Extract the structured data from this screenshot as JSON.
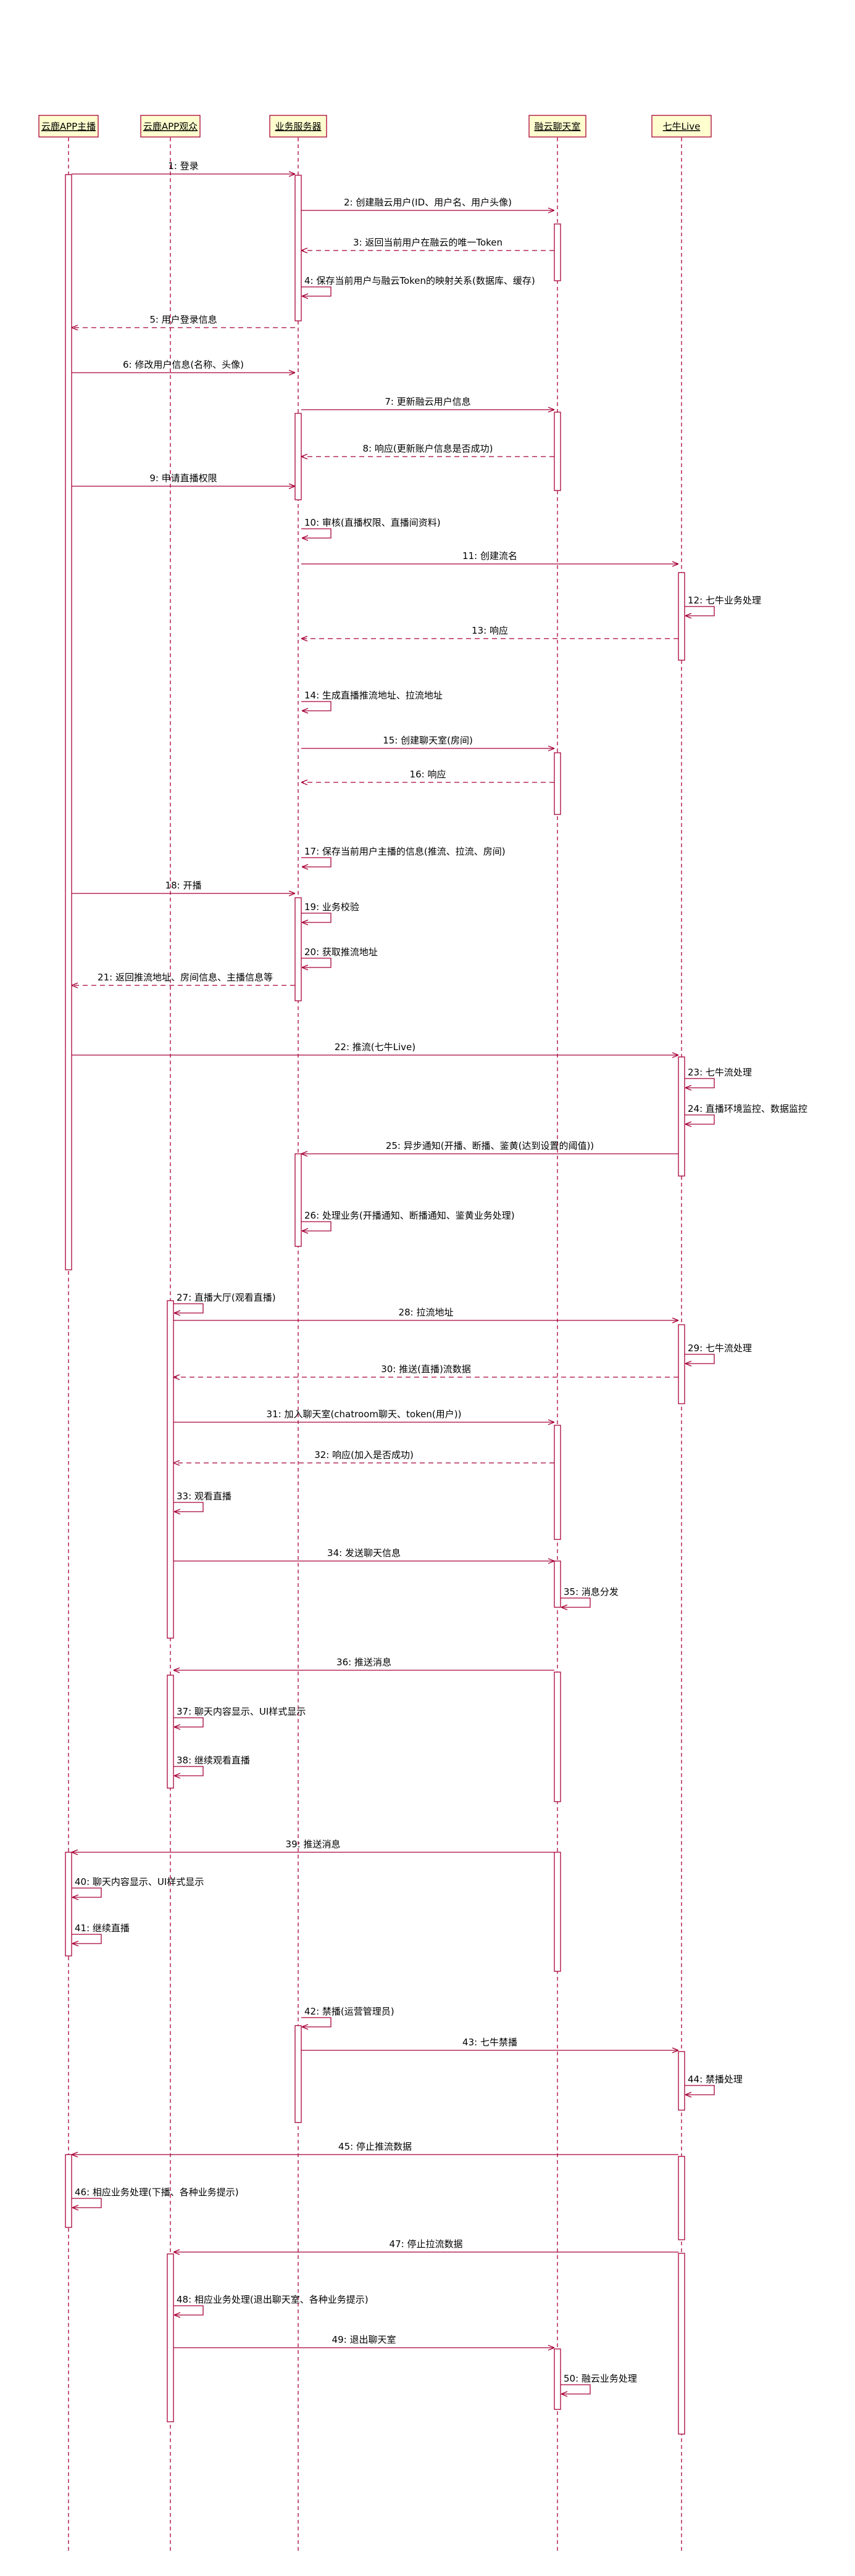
{
  "colors": {
    "arrow": "#A80036",
    "lifeline": "#A80036",
    "participant_fill": "#FEFECE",
    "participant_border": "#A80036",
    "activation_fill": "#FFFFFF",
    "text": "#000000"
  },
  "participants": [
    {
      "id": "anchor",
      "label": "云鹿APP主播"
    },
    {
      "id": "viewer",
      "label": "云鹿APP观众"
    },
    {
      "id": "server",
      "label": "业务服务器"
    },
    {
      "id": "rongcloud",
      "label": "融云聊天室"
    },
    {
      "id": "qiniu",
      "label": "七牛Live"
    }
  ],
  "messages": [
    {
      "n": 1,
      "from": "anchor",
      "to": "server",
      "text": "1: 登录"
    },
    {
      "n": 2,
      "from": "server",
      "to": "rongcloud",
      "text": "2: 创建融云用户(ID、用户名、用户头像)"
    },
    {
      "n": 3,
      "from": "rongcloud",
      "to": "server",
      "text": "3: 返回当前用户在融云的唯一Token",
      "dashed": true
    },
    {
      "n": 4,
      "from": "server",
      "to": "server",
      "text": "4: 保存当前用户与融云Token的映射关系(数据库、缓存)"
    },
    {
      "n": 5,
      "from": "server",
      "to": "anchor",
      "text": "5: 用户登录信息",
      "dashed": true
    },
    {
      "n": 6,
      "from": "anchor",
      "to": "server",
      "text": "6: 修改用户信息(名称、头像)"
    },
    {
      "n": 7,
      "from": "server",
      "to": "rongcloud",
      "text": "7: 更新融云用户信息"
    },
    {
      "n": 8,
      "from": "rongcloud",
      "to": "server",
      "text": "8: 响应(更新账户信息是否成功)",
      "dashed": true
    },
    {
      "n": 9,
      "from": "anchor",
      "to": "server",
      "text": "9: 申请直播权限"
    },
    {
      "n": 10,
      "from": "server",
      "to": "server",
      "text": "10: 审核(直播权限、直播间资料)"
    },
    {
      "n": 11,
      "from": "server",
      "to": "qiniu",
      "text": "11: 创建流名"
    },
    {
      "n": 12,
      "from": "qiniu",
      "to": "qiniu",
      "text": "12: 七牛业务处理"
    },
    {
      "n": 13,
      "from": "qiniu",
      "to": "server",
      "text": "13: 响应",
      "dashed": true
    },
    {
      "n": 14,
      "from": "server",
      "to": "server",
      "text": "14: 生成直播推流地址、拉流地址"
    },
    {
      "n": 15,
      "from": "server",
      "to": "rongcloud",
      "text": "15: 创建聊天室(房间)"
    },
    {
      "n": 16,
      "from": "rongcloud",
      "to": "server",
      "text": "16: 响应",
      "dashed": true
    },
    {
      "n": 17,
      "from": "server",
      "to": "server",
      "text": "17: 保存当前用户主播的信息(推流、拉流、房间)"
    },
    {
      "n": 18,
      "from": "anchor",
      "to": "server",
      "text": "18: 开播"
    },
    {
      "n": 19,
      "from": "server",
      "to": "server",
      "text": "19: 业务校验"
    },
    {
      "n": 20,
      "from": "server",
      "to": "server",
      "text": "20: 获取推流地址"
    },
    {
      "n": 21,
      "from": "server",
      "to": "anchor",
      "text": "21: 返回推流地址、房间信息、主播信息等",
      "dashed": true
    },
    {
      "n": 22,
      "from": "anchor",
      "to": "qiniu",
      "text": "22: 推流(七牛Live)"
    },
    {
      "n": 23,
      "from": "qiniu",
      "to": "qiniu",
      "text": "23: 七牛流处理"
    },
    {
      "n": 24,
      "from": "qiniu",
      "to": "qiniu",
      "text": "24: 直播环境监控、数据监控"
    },
    {
      "n": 25,
      "from": "qiniu",
      "to": "server",
      "text": "25: 异步通知(开播、断播、鉴黄(达到设置的阈值))"
    },
    {
      "n": 26,
      "from": "server",
      "to": "server",
      "text": "26: 处理业务(开播通知、断播通知、鉴黄业务处理)"
    },
    {
      "n": 27,
      "from": "viewer",
      "to": "viewer",
      "text": "27: 直播大厅(观看直播)"
    },
    {
      "n": 28,
      "from": "viewer",
      "to": "qiniu",
      "text": "28: 拉流地址"
    },
    {
      "n": 29,
      "from": "qiniu",
      "to": "qiniu",
      "text": "29: 七牛流处理"
    },
    {
      "n": 30,
      "from": "qiniu",
      "to": "viewer",
      "text": "30: 推送(直播)流数据",
      "dashed": true
    },
    {
      "n": 31,
      "from": "viewer",
      "to": "rongcloud",
      "text": "31: 加入聊天室(chatroom聊天、token(用户))"
    },
    {
      "n": 32,
      "from": "rongcloud",
      "to": "viewer",
      "text": "32: 响应(加入是否成功)",
      "dashed": true
    },
    {
      "n": 33,
      "from": "viewer",
      "to": "viewer",
      "text": "33: 观看直播"
    },
    {
      "n": 34,
      "from": "viewer",
      "to": "rongcloud",
      "text": "34: 发送聊天信息"
    },
    {
      "n": 35,
      "from": "rongcloud",
      "to": "rongcloud",
      "text": "35: 消息分发"
    },
    {
      "n": 36,
      "from": "rongcloud",
      "to": "viewer",
      "text": "36: 推送消息"
    },
    {
      "n": 37,
      "from": "viewer",
      "to": "viewer",
      "text": "37: 聊天内容显示、UI样式显示"
    },
    {
      "n": 38,
      "from": "viewer",
      "to": "viewer",
      "text": "38: 继续观看直播"
    },
    {
      "n": 39,
      "from": "rongcloud",
      "to": "anchor",
      "text": "39: 推送消息"
    },
    {
      "n": 40,
      "from": "anchor",
      "to": "anchor",
      "text": "40: 聊天内容显示、UI样式显示"
    },
    {
      "n": 41,
      "from": "anchor",
      "to": "anchor",
      "text": "41: 继续直播"
    },
    {
      "n": 42,
      "from": "server",
      "to": "server",
      "text": "42: 禁播(运营管理员)"
    },
    {
      "n": 43,
      "from": "server",
      "to": "qiniu",
      "text": "43: 七牛禁播"
    },
    {
      "n": 44,
      "from": "qiniu",
      "to": "qiniu",
      "text": "44: 禁播处理"
    },
    {
      "n": 45,
      "from": "qiniu",
      "to": "anchor",
      "text": "45: 停止推流数据"
    },
    {
      "n": 46,
      "from": "anchor",
      "to": "anchor",
      "text": "46: 相应业务处理(下播、各种业务提示)"
    },
    {
      "n": 47,
      "from": "qiniu",
      "to": "viewer",
      "text": "47: 停止拉流数据"
    },
    {
      "n": 48,
      "from": "viewer",
      "to": "viewer",
      "text": "48: 相应业务处理(退出聊天室、各种业务提示)"
    },
    {
      "n": 49,
      "from": "viewer",
      "to": "rongcloud",
      "text": "49: 退出聊天室"
    },
    {
      "n": 50,
      "from": "rongcloud",
      "to": "rongcloud",
      "text": "50: 融云业务处理"
    }
  ]
}
